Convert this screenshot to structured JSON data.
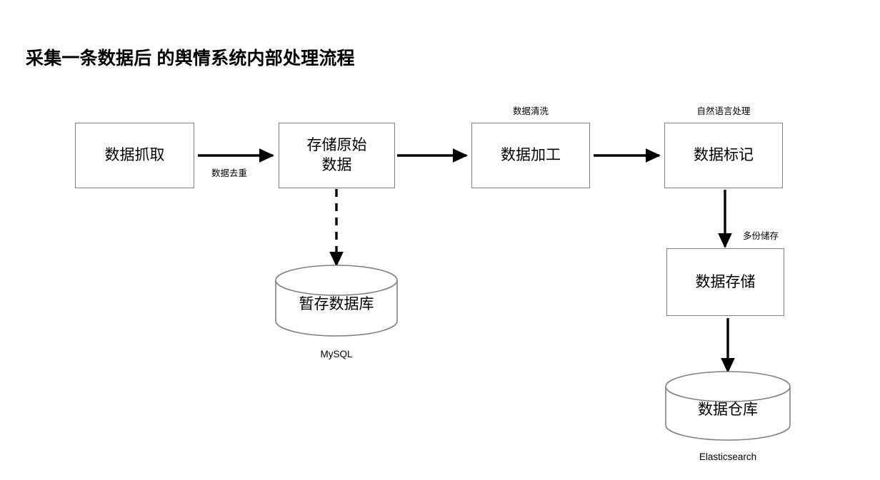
{
  "page": {
    "title": "采集一条数据后 的舆情系统内部处理流程",
    "background_color": "#ffffff",
    "stroke_color": "#808080",
    "arrow_color": "#000000",
    "text_color": "#000000"
  },
  "nodes": {
    "fetch": {
      "label": "数据抓取",
      "shape": "rect"
    },
    "store_raw": {
      "label": "存储原始\n数据",
      "shape": "rect"
    },
    "process": {
      "label": "数据加工",
      "shape": "rect",
      "top_label": "数据清洗"
    },
    "tag": {
      "label": "数据标记",
      "shape": "rect",
      "top_label": "自然语言处理"
    },
    "data_store": {
      "label": "数据存储",
      "shape": "rect"
    },
    "temp_db": {
      "label": "暂存数据库",
      "shape": "cylinder",
      "caption": "MySQL"
    },
    "warehouse": {
      "label": "数据仓库",
      "shape": "cylinder",
      "caption": "Elasticsearch"
    }
  },
  "edges": [
    {
      "from": "fetch",
      "to": "store_raw",
      "label": "数据去重",
      "style": "solid"
    },
    {
      "from": "store_raw",
      "to": "process",
      "label": "",
      "style": "solid"
    },
    {
      "from": "process",
      "to": "tag",
      "label": "",
      "style": "solid"
    },
    {
      "from": "store_raw",
      "to": "temp_db",
      "label": "",
      "style": "dashed"
    },
    {
      "from": "tag",
      "to": "data_store",
      "label": "多份储存",
      "style": "solid"
    },
    {
      "from": "data_store",
      "to": "warehouse",
      "label": "",
      "style": "solid"
    }
  ]
}
